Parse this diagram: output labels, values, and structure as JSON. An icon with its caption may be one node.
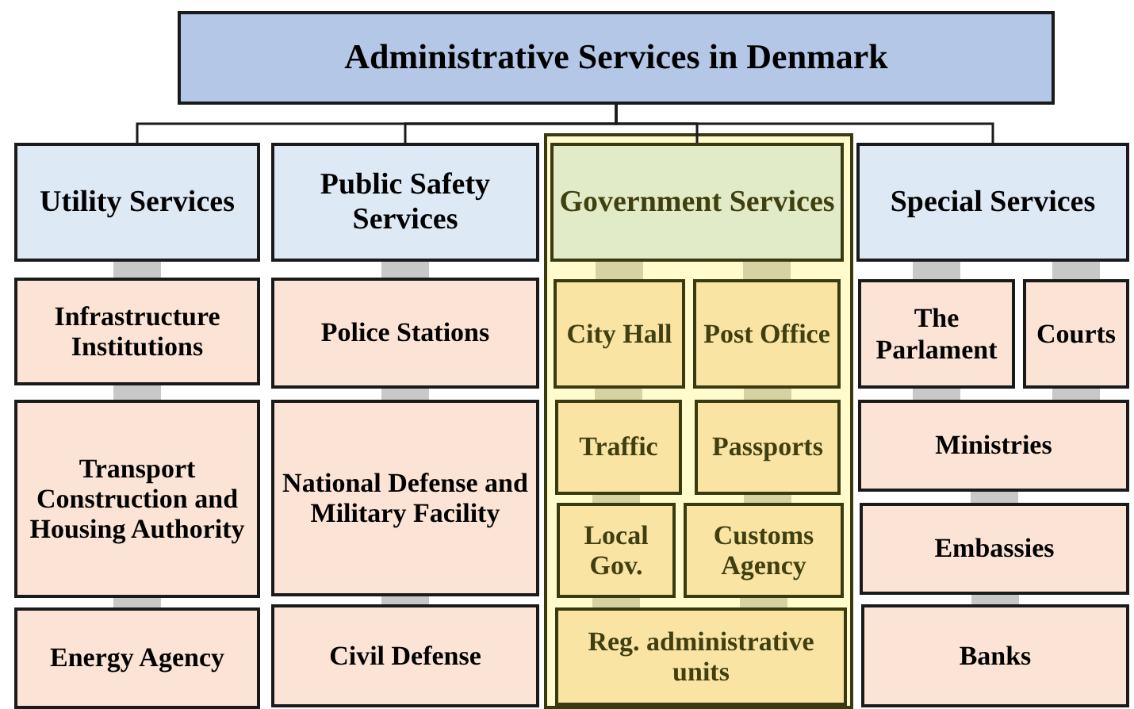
{
  "diagram": {
    "nodes": [
      {
        "text": [
          "Administrative Services in Denmark"
        ]
      },
      {
        "text": [
          "Utility Services"
        ]
      },
      {
        "text": [
          "Public Safety Services"
        ]
      },
      {
        "text": [],
        "shape": "box"
      },
      {
        "text": [
          "Government Services"
        ],
        "in": 3
      },
      {
        "text": [
          "Special Services"
        ]
      },
      {
        "text": [
          "Infrastructure Institutions"
        ]
      },
      {
        "text": [
          "Transport Construction and Housing Authority"
        ]
      },
      {
        "text": [
          "Energy Agency"
        ]
      },
      {
        "text": [
          "Police Stations"
        ]
      },
      {
        "text": [
          "National Defense and Military Facility"
        ]
      },
      {
        "text": [
          "Civil Defense"
        ]
      },
      {
        "text": [
          "City Hall"
        ],
        "in": 3
      },
      {
        "text": [
          "Post Office"
        ],
        "in": 3
      },
      {
        "text": [
          "Traffic"
        ],
        "in": 3
      },
      {
        "text": [
          "Passports"
        ],
        "in": 3
      },
      {
        "text": [
          "Local Gov."
        ],
        "in": 3
      },
      {
        "text": [
          "Customs Agency"
        ],
        "in": 3
      },
      {
        "text": [
          "Reg. administrative units"
        ],
        "in": 3
      },
      {
        "text": [
          "The Parlament"
        ]
      },
      {
        "text": [
          "Courts"
        ]
      },
      {
        "text": [
          "Ministries"
        ]
      },
      {
        "text": [
          "Embassies"
        ]
      },
      {
        "text": [
          "Banks"
        ]
      }
    ],
    "edges": [
      {
        "from": 0,
        "to": 1,
        "arrow": "none",
        "color": "#1a1a1a"
      },
      {
        "from": 0,
        "to": 2,
        "arrow": "none",
        "color": "#1a1a1a"
      },
      {
        "from": 0,
        "to": 4,
        "arrow": "none",
        "color": "#1a1a1a"
      },
      {
        "from": 0,
        "to": 5,
        "arrow": "none",
        "color": "#1a1a1a"
      },
      {
        "from": 1,
        "to": 6,
        "arrow": "none"
      },
      {
        "from": 6,
        "to": 7,
        "arrow": "none"
      },
      {
        "from": 7,
        "to": 8,
        "arrow": "none"
      },
      {
        "from": 2,
        "to": 9,
        "arrow": "none"
      },
      {
        "from": 9,
        "to": 10,
        "arrow": "none"
      },
      {
        "from": 10,
        "to": 11,
        "arrow": "none"
      },
      {
        "from": 4,
        "to": 12,
        "arrow": "none",
        "color": "#d6d3a3"
      },
      {
        "from": 4,
        "to": 13,
        "arrow": "none",
        "color": "#d6d3a3"
      },
      {
        "from": 12,
        "to": 14,
        "arrow": "none",
        "color": "#d6d3a3"
      },
      {
        "from": 13,
        "to": 15,
        "arrow": "none",
        "color": "#d6d3a3"
      },
      {
        "from": 14,
        "to": 16,
        "arrow": "none",
        "color": "#d6d3a3"
      },
      {
        "from": 15,
        "to": 17,
        "arrow": "none",
        "color": "#d6d3a3"
      },
      {
        "from": 16,
        "to": 18,
        "arrow": "none",
        "color": "#d6d3a3"
      },
      {
        "from": 17,
        "to": 18,
        "arrow": "none",
        "color": "#d6d3a3"
      },
      {
        "from": 5,
        "to": 19,
        "arrow": "none"
      },
      {
        "from": 5,
        "to": 20,
        "arrow": "none"
      },
      {
        "from": 19,
        "to": 21,
        "arrow": "none"
      },
      {
        "from": 20,
        "to": 21,
        "arrow": "none"
      },
      {
        "from": 21,
        "to": 22,
        "arrow": "none"
      },
      {
        "from": 22,
        "to": 23,
        "arrow": "none"
      }
    ]
  }
}
